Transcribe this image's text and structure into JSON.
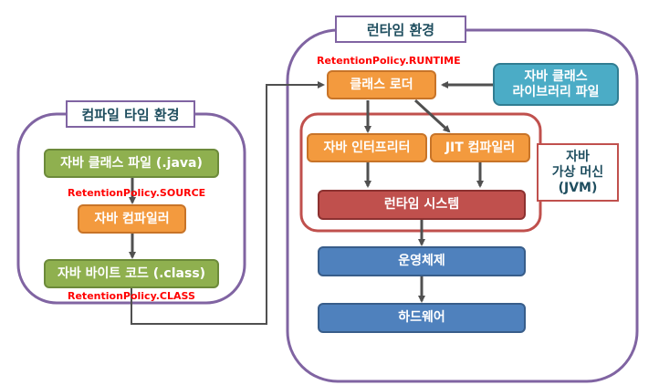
{
  "compile_env": {
    "title": "컴파일 타임 환경",
    "java_source": "자바 클래스 파일 (.java)",
    "policy_source": "RetentionPolicy.SOURCE",
    "compiler": "자바 컴파일러",
    "bytecode": "자바 바이트 코드 (.class)",
    "policy_class": "RetentionPolicy.CLASS"
  },
  "runtime_env": {
    "title": "런타임 환경",
    "policy_runtime": "RetentionPolicy.RUNTIME",
    "class_loader": "클래스 로더",
    "class_library_line1": "자바 클래스",
    "class_library_line2": "라이브러리 파일",
    "interpreter": "자바 인터프리터",
    "jit": "JIT 컴파일러",
    "runtime_system": "런타임 시스템",
    "jvm_line1": "자바",
    "jvm_line2": "가상 머신",
    "jvm_line3": "(JVM)",
    "os": "운영체제",
    "hardware": "하드웨어"
  },
  "colors": {
    "container_border": "#8064a2",
    "jvm_border": "#c0504d",
    "arrow": "#505050",
    "policy_text": "#ff0000"
  }
}
